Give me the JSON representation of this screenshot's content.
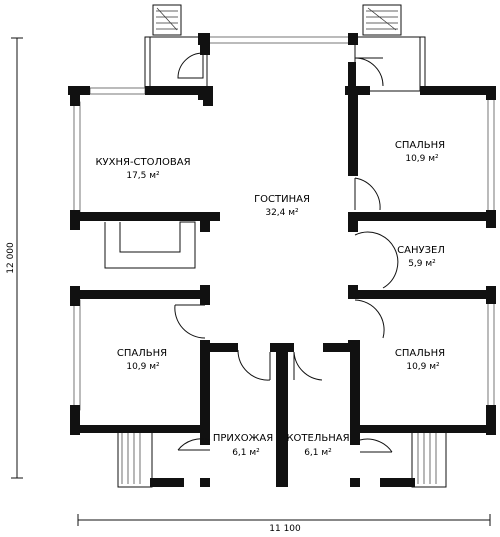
{
  "dimensions": {
    "width_label": "11 100",
    "height_label": "12 000"
  },
  "rooms": [
    {
      "name": "КУХНЯ-СТОЛОВАЯ",
      "area": "17,5 м²"
    },
    {
      "name": "ГОСТИНАЯ",
      "area": "32,4 м²"
    },
    {
      "name": "СПАЛЬНЯ",
      "area": "10,9 м²"
    },
    {
      "name": "САНУЗЕЛ",
      "area": "5,9 м²"
    },
    {
      "name": "СПАЛЬНЯ",
      "area": "10,9 м²"
    },
    {
      "name": "СПАЛЬНЯ",
      "area": "10,9 м²"
    },
    {
      "name": "ПРИХОЖАЯ",
      "area": "6,1 м²"
    },
    {
      "name": "КОТЕЛЬНАЯ",
      "area": "6,1 м²"
    }
  ],
  "colors": {
    "walls": "#111111",
    "background": "#ffffff"
  }
}
